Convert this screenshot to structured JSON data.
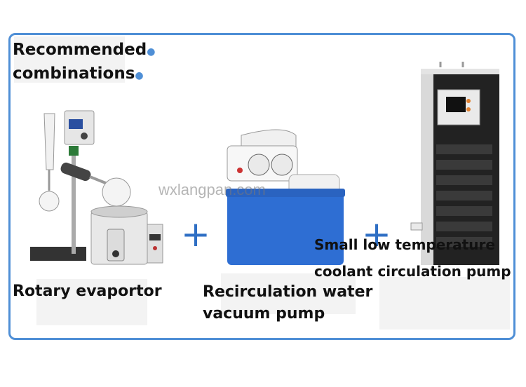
{
  "title_line1": "Recommended",
  "title_line2": "combinations",
  "products": [
    {
      "name": "Rotary evaportor"
    },
    {
      "name_line1": "Recirculation water",
      "name_line2": "vacuum pump"
    },
    {
      "name_line1": "Small low temperature",
      "name_line2": "coolant circulation pump"
    }
  ],
  "plus_sign": "+",
  "watermark": "wxlangpan.com",
  "colors": {
    "frame": "#4f8fd6",
    "plus": "#2f6fc4",
    "pump_tank": "#2e6ed3"
  }
}
